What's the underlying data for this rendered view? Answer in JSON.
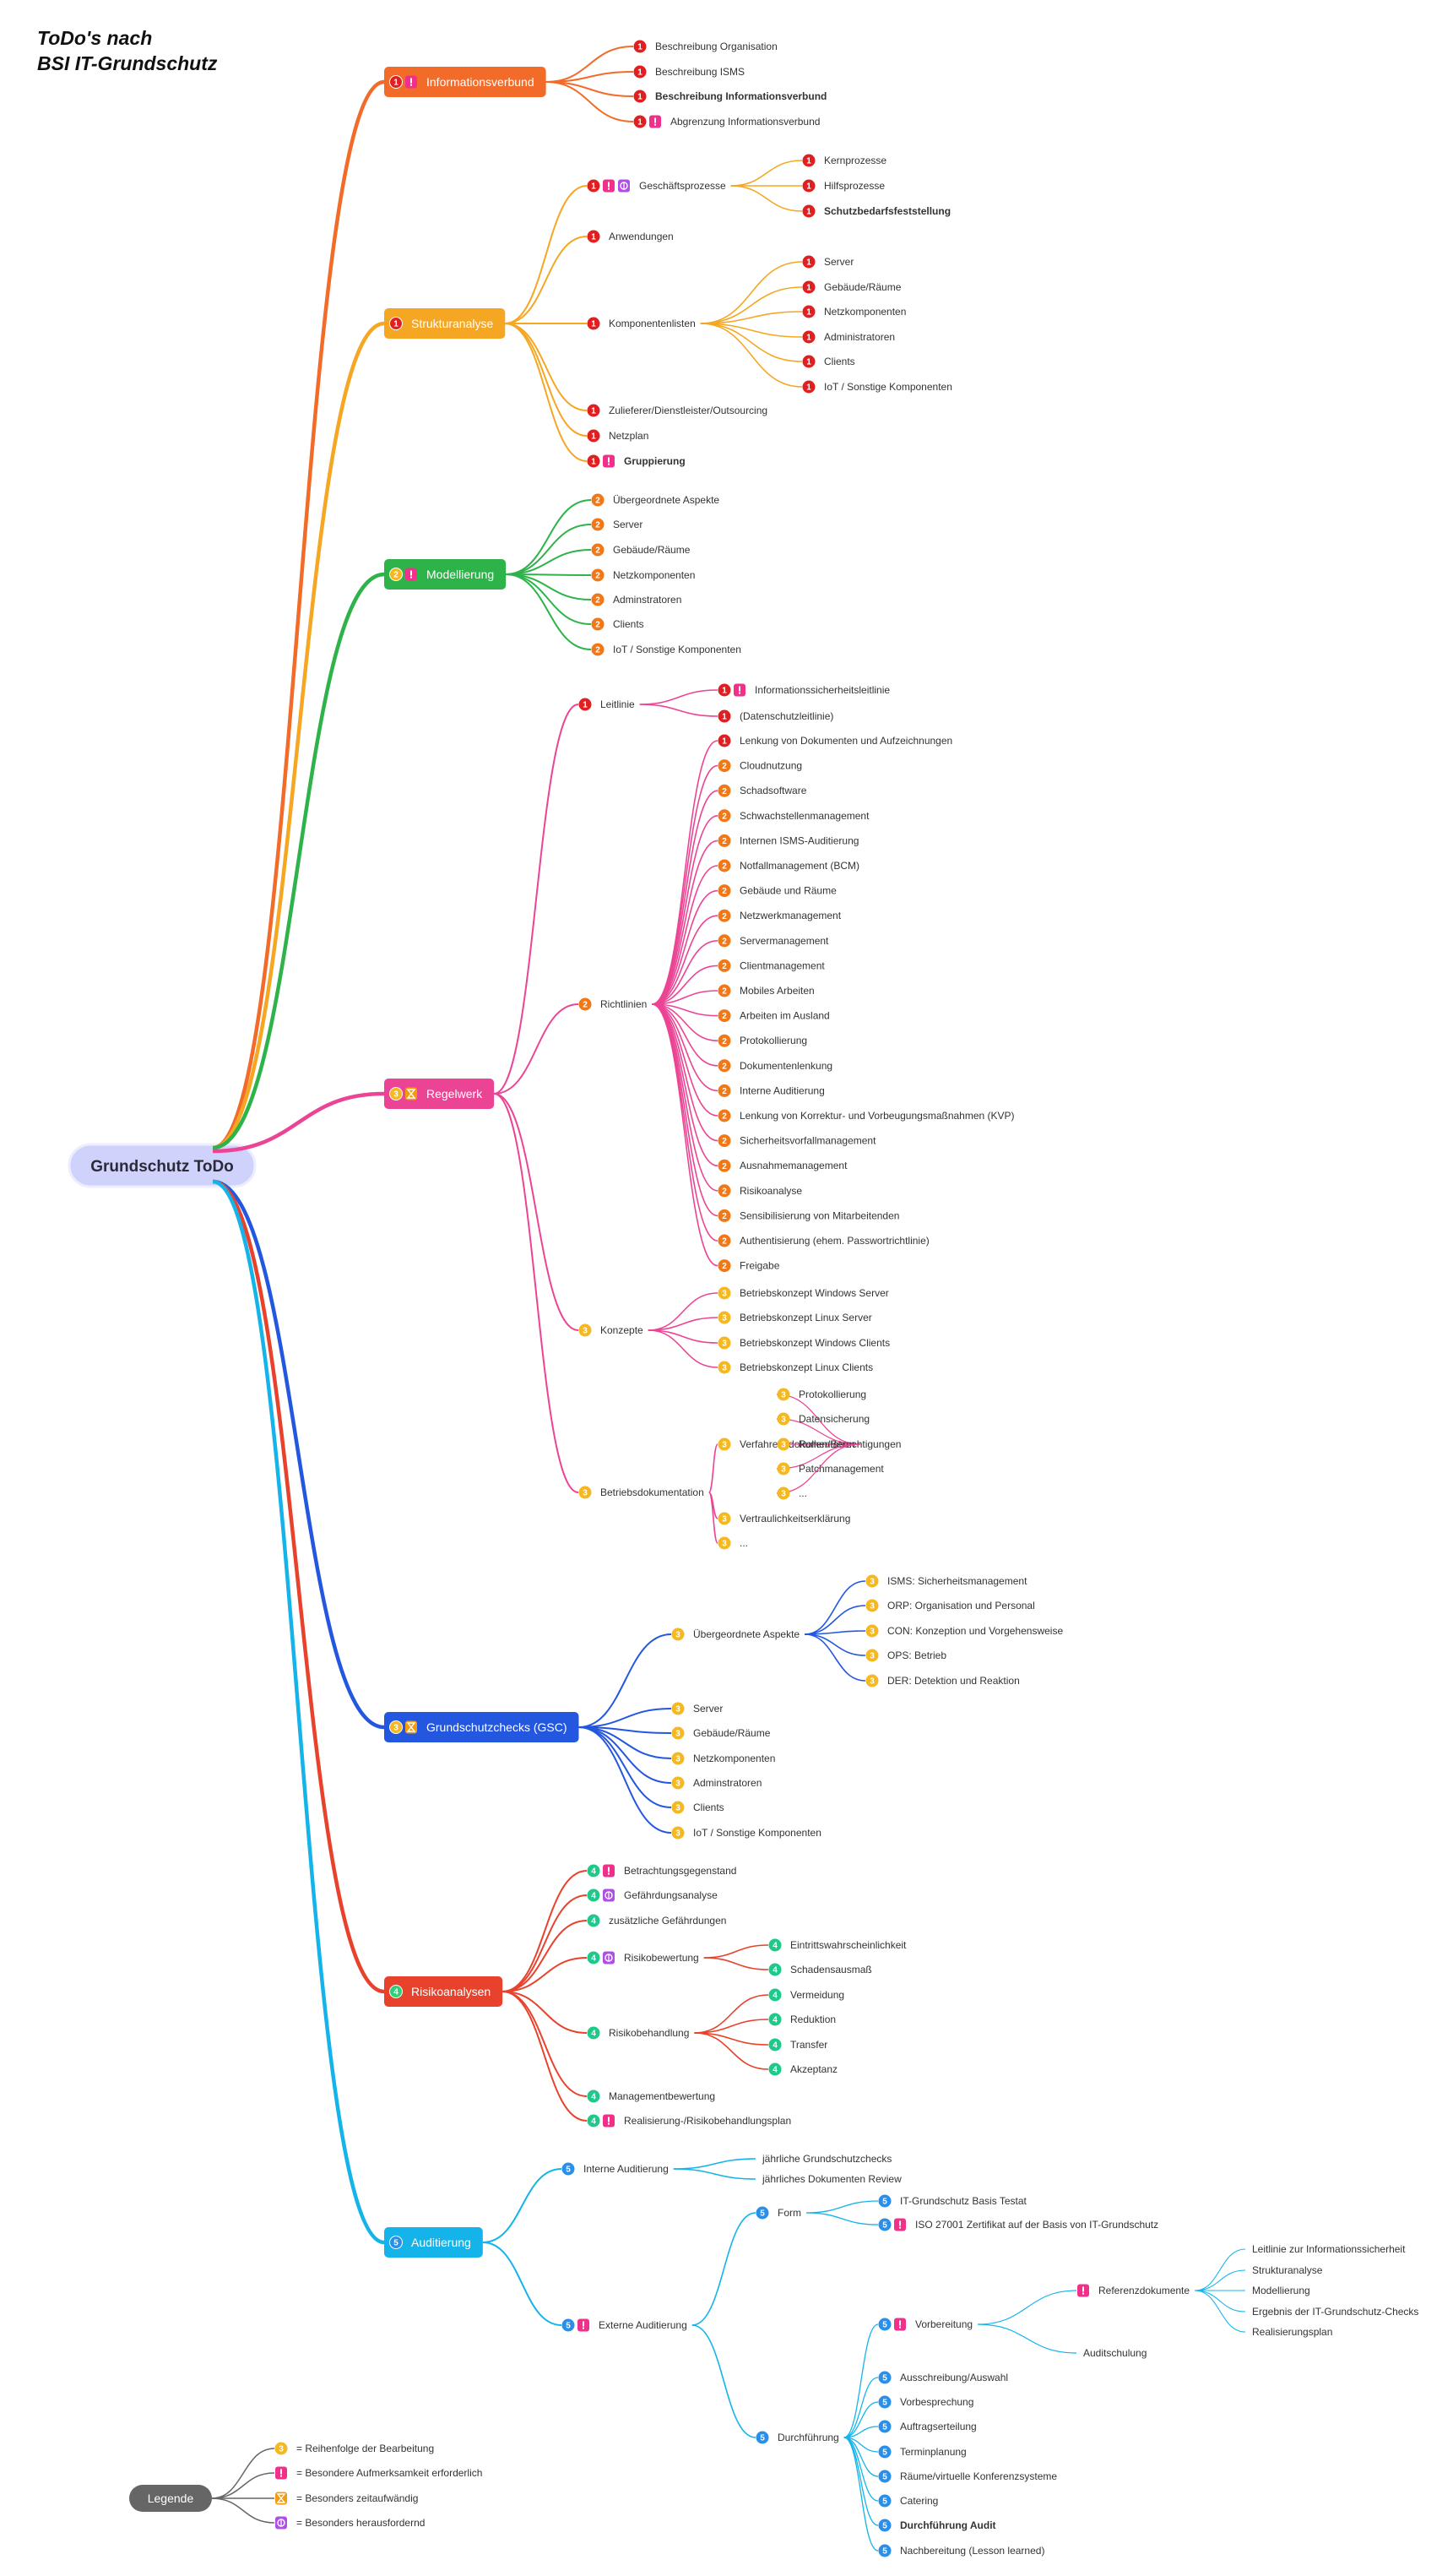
{
  "title": {
    "line1": "ToDo's nach",
    "line2": "BSI IT-Grundschutz"
  },
  "colors": {
    "informationsverbund": "#f26b28",
    "strukturanalyse": "#f5a623",
    "modellierung": "#2eb34a",
    "regelwerk": "#ec4494",
    "grundschutzchecks": "#2457e0",
    "risikoanalysen": "#e8422c",
    "auditierung": "#14b4ea",
    "legende": "#666666",
    "root_fill": "#cfd2fb",
    "badge_1": "#e02020",
    "badge_2": "#f07818",
    "badge_3": "#f5b820",
    "badge_4": "#1ec98a",
    "badge_5": "#2a8fe8",
    "flag": "#f0308a",
    "hourglass": "#f39c12",
    "brain": "#b04ee8"
  },
  "root": {
    "label": "Grundschutz ToDo"
  },
  "branches": [
    {
      "label": "Informationsverbund",
      "badge": "1",
      "flags": [
        "flag"
      ],
      "children": [
        {
          "label": "Beschreibung Organisation",
          "badge": "1"
        },
        {
          "label": "Beschreibung ISMS",
          "badge": "1"
        },
        {
          "label": "Beschreibung Informationsverbund",
          "badge": "1",
          "bold": true
        },
        {
          "label": "Abgrenzung Informationsverbund",
          "badge": "1",
          "flags": [
            "flag"
          ]
        }
      ]
    },
    {
      "label": "Strukturanalyse",
      "badge": "1",
      "children": [
        {
          "label": "Geschäftsprozesse",
          "badge": "1",
          "flags": [
            "flag",
            "brain"
          ],
          "children": [
            {
              "label": "Kernprozesse",
              "badge": "1"
            },
            {
              "label": "Hilfsprozesse",
              "badge": "1"
            },
            {
              "label": "Schutzbedarfsfeststellung",
              "badge": "1",
              "bold": true
            }
          ]
        },
        {
          "label": "Anwendungen",
          "badge": "1"
        },
        {
          "label": "Komponentenlisten",
          "badge": "1",
          "children": [
            {
              "label": "Server",
              "badge": "1"
            },
            {
              "label": "Gebäude/Räume",
              "badge": "1"
            },
            {
              "label": "Netzkomponenten",
              "badge": "1"
            },
            {
              "label": "Administratoren",
              "badge": "1"
            },
            {
              "label": "Clients",
              "badge": "1"
            },
            {
              "label": "IoT / Sonstige Komponenten",
              "badge": "1"
            }
          ]
        },
        {
          "label": "Zulieferer/Dienstleister/Outsourcing",
          "badge": "1"
        },
        {
          "label": "Netzplan",
          "badge": "1"
        },
        {
          "label": "Gruppierung",
          "badge": "1",
          "flags": [
            "flag"
          ],
          "bold": true
        }
      ]
    },
    {
      "label": "Modellierung",
      "badge": "2",
      "flags": [
        "flag"
      ],
      "children": [
        {
          "label": "Übergeordnete Aspekte",
          "badge": "2"
        },
        {
          "label": "Server",
          "badge": "2"
        },
        {
          "label": "Gebäude/Räume",
          "badge": "2"
        },
        {
          "label": "Netzkomponenten",
          "badge": "2"
        },
        {
          "label": "Adminstratoren",
          "badge": "2"
        },
        {
          "label": "Clients",
          "badge": "2"
        },
        {
          "label": "IoT / Sonstige Komponenten",
          "badge": "2"
        }
      ]
    },
    {
      "label": "Regelwerk",
      "badge": "3",
      "flags": [
        "hourglass"
      ],
      "children": [
        {
          "label": "Leitlinie",
          "badge": "1",
          "children": [
            {
              "label": "Informationssicherheitsleitlinie",
              "badge": "1",
              "flags": [
                "flag"
              ]
            },
            {
              "label": "(Datenschutzleitlinie)",
              "badge": "1"
            }
          ]
        },
        {
          "label": "Richtlinien",
          "badge": "2",
          "children": [
            {
              "label": "Lenkung von Dokumenten und Aufzeichnungen",
              "badge": "1"
            },
            {
              "label": "Cloudnutzung",
              "badge": "2"
            },
            {
              "label": "Schadsoftware",
              "badge": "2"
            },
            {
              "label": "Schwachstellenmanagement",
              "badge": "2"
            },
            {
              "label": "Internen ISMS-Auditierung",
              "badge": "2"
            },
            {
              "label": "Notfallmanagement (BCM)",
              "badge": "2"
            },
            {
              "label": "Gebäude und Räume",
              "badge": "2"
            },
            {
              "label": "Netzwerkmanagement",
              "badge": "2"
            },
            {
              "label": "Servermanagement",
              "badge": "2"
            },
            {
              "label": "Clientmanagement",
              "badge": "2"
            },
            {
              "label": "Mobiles Arbeiten",
              "badge": "2"
            },
            {
              "label": "Arbeiten im Ausland",
              "badge": "2"
            },
            {
              "label": "Protokollierung",
              "badge": "2"
            },
            {
              "label": "Dokumentenlenkung",
              "badge": "2"
            },
            {
              "label": "Interne Auditierung",
              "badge": "2"
            },
            {
              "label": "Lenkung von Korrektur- und Vorbeugungsmaßnahmen (KVP)",
              "badge": "2"
            },
            {
              "label": "Sicherheitsvorfallmanagement",
              "badge": "2"
            },
            {
              "label": "Ausnahmemanagement",
              "badge": "2"
            },
            {
              "label": "Risikoanalyse",
              "badge": "2"
            },
            {
              "label": "Sensibilisierung von Mitarbeitenden",
              "badge": "2"
            },
            {
              "label": "Authentisierung (ehem. Passwortrichtlinie)",
              "badge": "2"
            },
            {
              "label": "Freigabe",
              "badge": "2"
            }
          ]
        },
        {
          "label": "Konzepte",
          "badge": "3",
          "children": [
            {
              "label": "Betriebskonzept Windows Server",
              "badge": "3"
            },
            {
              "label": "Betriebskonzept Linux Server",
              "badge": "3"
            },
            {
              "label": "Betriebskonzept Windows Clients",
              "badge": "3"
            },
            {
              "label": "Betriebskonzept Linux Clients",
              "badge": "3"
            }
          ]
        },
        {
          "label": "Betriebsdokumentation",
          "badge": "3",
          "children": [
            {
              "label": "Verfahrensdokumentation",
              "badge": "3",
              "children": [
                {
                  "label": "Protokollierung",
                  "badge": "3"
                },
                {
                  "label": "Datensicherung",
                  "badge": "3"
                },
                {
                  "label": "Rollen/Berechtigungen",
                  "badge": "3"
                },
                {
                  "label": "Patchmanagement",
                  "badge": "3"
                },
                {
                  "label": "...",
                  "badge": "3"
                }
              ]
            },
            {
              "label": "Vertraulichkeitserklärung",
              "badge": "3"
            },
            {
              "label": "...",
              "badge": "3"
            }
          ]
        }
      ]
    },
    {
      "label": "Grundschutzchecks (GSC)",
      "badge": "3",
      "flags": [
        "hourglass"
      ],
      "children": [
        {
          "label": "Übergeordnete Aspekte",
          "badge": "3",
          "children": [
            {
              "label": "ISMS: Sicherheitsmanagement",
              "badge": "3"
            },
            {
              "label": "ORP: Organisation und Personal",
              "badge": "3"
            },
            {
              "label": "CON: Konzeption und Vorgehensweise",
              "badge": "3"
            },
            {
              "label": "OPS: Betrieb",
              "badge": "3"
            },
            {
              "label": "DER: Detektion und Reaktion",
              "badge": "3"
            }
          ]
        },
        {
          "label": "Server",
          "badge": "3"
        },
        {
          "label": "Gebäude/Räume",
          "badge": "3"
        },
        {
          "label": "Netzkomponenten",
          "badge": "3"
        },
        {
          "label": "Adminstratoren",
          "badge": "3"
        },
        {
          "label": "Clients",
          "badge": "3"
        },
        {
          "label": "IoT / Sonstige Komponenten",
          "badge": "3"
        }
      ]
    },
    {
      "label": "Risikoanalysen",
      "badge": "4",
      "children": [
        {
          "label": "Betrachtungsgegenstand",
          "badge": "4",
          "flags": [
            "flag"
          ]
        },
        {
          "label": "Gefährdungsanalyse",
          "badge": "4",
          "flags": [
            "brain"
          ]
        },
        {
          "label": "zusätzliche Gefährdungen",
          "badge": "4"
        },
        {
          "label": "Risikobewertung",
          "badge": "4",
          "flags": [
            "brain"
          ],
          "children": [
            {
              "label": "Eintrittswahrscheinlichkeit",
              "badge": "4"
            },
            {
              "label": "Schadensausmaß",
              "badge": "4"
            }
          ]
        },
        {
          "label": "Risikobehandlung",
          "badge": "4",
          "children": [
            {
              "label": "Vermeidung",
              "badge": "4"
            },
            {
              "label": "Reduktion",
              "badge": "4"
            },
            {
              "label": "Transfer",
              "badge": "4"
            },
            {
              "label": "Akzeptanz",
              "badge": "4"
            }
          ]
        },
        {
          "label": "Managementbewertung",
          "badge": "4"
        },
        {
          "label": "Realisierung-/Risikobehandlungsplan",
          "badge": "4",
          "flags": [
            "flag"
          ]
        }
      ]
    },
    {
      "label": "Auditierung",
      "badge": "5",
      "children": [
        {
          "label": "Interne Auditierung",
          "badge": "5",
          "children": [
            {
              "label": "jährliche Grundschutzchecks"
            },
            {
              "label": "jährliches Dokumenten Review"
            }
          ]
        },
        {
          "label": "Externe Auditierung",
          "badge": "5",
          "flags": [
            "flag"
          ],
          "children": [
            {
              "label": "Form",
              "badge": "5",
              "children": [
                {
                  "label": "IT-Grundschutz Basis Testat",
                  "badge": "5"
                },
                {
                  "label": "ISO 27001 Zertifikat auf der Basis von IT-Grundschutz",
                  "badge": "5",
                  "flags": [
                    "flag"
                  ]
                }
              ]
            },
            {
              "label": "Durchführung",
              "badge": "5",
              "children": [
                {
                  "label": "Vorbereitung",
                  "badge": "5",
                  "flags": [
                    "flag"
                  ],
                  "children": [
                    {
                      "label": "Referenzdokumente",
                      "flags": [
                        "flag"
                      ],
                      "children": [
                        {
                          "label": "Leitlinie zur Informationssicherheit"
                        },
                        {
                          "label": "Strukturanalyse"
                        },
                        {
                          "label": "Modellierung"
                        },
                        {
                          "label": "Ergebnis der IT-Grundschutz-Checks"
                        },
                        {
                          "label": "Realisierungsplan"
                        }
                      ]
                    },
                    {
                      "label": "Auditschulung"
                    }
                  ]
                },
                {
                  "label": "Ausschreibung/Auswahl",
                  "badge": "5"
                },
                {
                  "label": "Vorbesprechung",
                  "badge": "5"
                },
                {
                  "label": "Auftragserteilung",
                  "badge": "5"
                },
                {
                  "label": "Terminplanung",
                  "badge": "5"
                },
                {
                  "label": "Räume/virtuelle Konferenzsysteme",
                  "badge": "5"
                },
                {
                  "label": "Catering",
                  "badge": "5"
                },
                {
                  "label": "Durchführung Audit",
                  "badge": "5",
                  "bold": true
                },
                {
                  "label": "Nachbereitung (Lesson learned)",
                  "badge": "5"
                }
              ]
            }
          ]
        }
      ]
    }
  ],
  "legend": {
    "label": "Legende",
    "items": [
      {
        "symbol": "3",
        "text": "= Reihenfolge der Bearbeitung"
      },
      {
        "symbol": "flag",
        "text": "= Besondere Aufmerksamkeit erforderlich"
      },
      {
        "symbol": "hourglass",
        "text": "= Besonders zeitaufwändig"
      },
      {
        "symbol": "brain",
        "text": "= Besonders herausfordernd"
      }
    ]
  }
}
